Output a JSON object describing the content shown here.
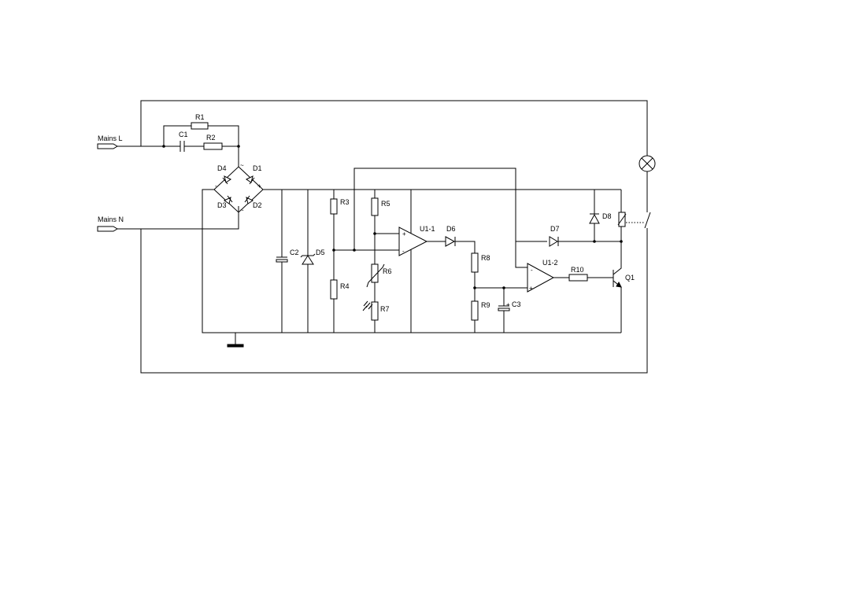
{
  "terminals": {
    "mains_l": "Mains L",
    "mains_n": "Mains N"
  },
  "components": {
    "r1": "R1",
    "r2": "R2",
    "r3": "R3",
    "r4": "R4",
    "r5": "R5",
    "r6": "R6",
    "r7": "R7",
    "r8": "R8",
    "r9": "R9",
    "r10": "R10",
    "c1": "C1",
    "c2": "C2",
    "c3": "C3",
    "d1": "D1",
    "d2": "D2",
    "d3": "D3",
    "d4": "D4",
    "d5": "D5",
    "d6": "D6",
    "d7": "D7",
    "d8": "D8",
    "u1_1": "U1-1",
    "u1_2": "U1-2",
    "q1": "Q1"
  },
  "pin_marks": {
    "plus": "+",
    "minus": "-",
    "ac": "~"
  },
  "colors": {
    "ink": "#000000",
    "background": "#ffffff"
  }
}
